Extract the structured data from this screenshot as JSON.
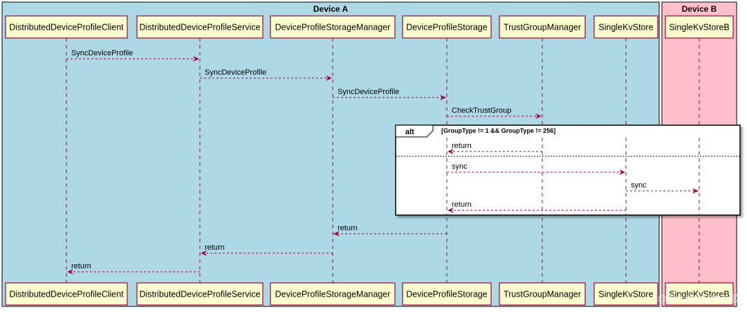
{
  "boxes": {
    "device_a": {
      "title": "Device A",
      "color": "#add8e6"
    },
    "device_b": {
      "title": "Device B",
      "color": "#ffc0cb"
    }
  },
  "participants": [
    {
      "id": "client",
      "label": "DistributedDeviceProfileClient",
      "box": "device_a"
    },
    {
      "id": "service",
      "label": "DistributedDeviceProfileService",
      "box": "device_a"
    },
    {
      "id": "mgr",
      "label": "DeviceProfileStorageManager",
      "box": "device_a"
    },
    {
      "id": "storage",
      "label": "DeviceProfileStorage",
      "box": "device_a"
    },
    {
      "id": "trust",
      "label": "TrustGroupManager",
      "box": "device_a"
    },
    {
      "id": "kv",
      "label": "SingleKvStore",
      "box": "device_a"
    },
    {
      "id": "kvb",
      "label": "SingleKvStoreB",
      "box": "device_b"
    }
  ],
  "messages": [
    {
      "from": "client",
      "to": "service",
      "label": "SyncDeviceProfile"
    },
    {
      "from": "service",
      "to": "mgr",
      "label": "SyncDeviceProfile"
    },
    {
      "from": "mgr",
      "to": "storage",
      "label": "SyncDeviceProfile"
    },
    {
      "from": "storage",
      "to": "trust",
      "label": "CheckTrustGroup"
    },
    {
      "from": "trust",
      "to": "storage",
      "label": "return"
    },
    {
      "from": "storage",
      "to": "kv",
      "label": "sync"
    },
    {
      "from": "kv",
      "to": "kvb",
      "label": "sync"
    },
    {
      "from": "kv",
      "to": "storage",
      "label": "return"
    },
    {
      "from": "storage",
      "to": "mgr",
      "label": "return"
    },
    {
      "from": "mgr",
      "to": "service",
      "label": "return"
    },
    {
      "from": "service",
      "to": "client",
      "label": "return"
    }
  ],
  "alt_fragment": {
    "keyword": "alt",
    "guard": "[GroupType != 1 && GroupType != 256]"
  },
  "colors": {
    "participant_fill": "#fefece",
    "participant_border": "#a80036",
    "arrow": "#a80036",
    "frame_border": "#000000"
  },
  "watermark": "@稀土掘金技术社区"
}
